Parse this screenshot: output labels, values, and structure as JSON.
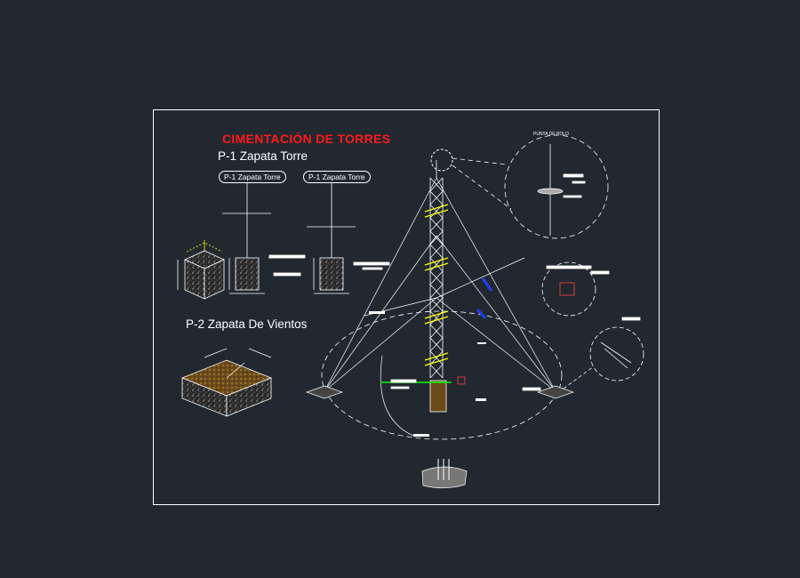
{
  "drawing": {
    "title": "CIMENTACIÓN  DE TORRES",
    "section_p1": "P-1 Zapata Torre",
    "section_p2": "P-2 Zapata De Vientos",
    "tag_1": "P-1 Zapata Torre",
    "tag_2": "P-1 Zapata Torre",
    "detail_label": "PUNTA DE POLO"
  },
  "colors": {
    "background": "#212830",
    "frame": "#ffffff",
    "title": "#ff1a1a",
    "dimension": "#ffff00",
    "accent_blue": "#2040ff",
    "accent_green": "#00ff00"
  },
  "icons": [
    "tower-mast",
    "guy-wire",
    "anchor-base",
    "detail-bubble",
    "footing-block"
  ]
}
